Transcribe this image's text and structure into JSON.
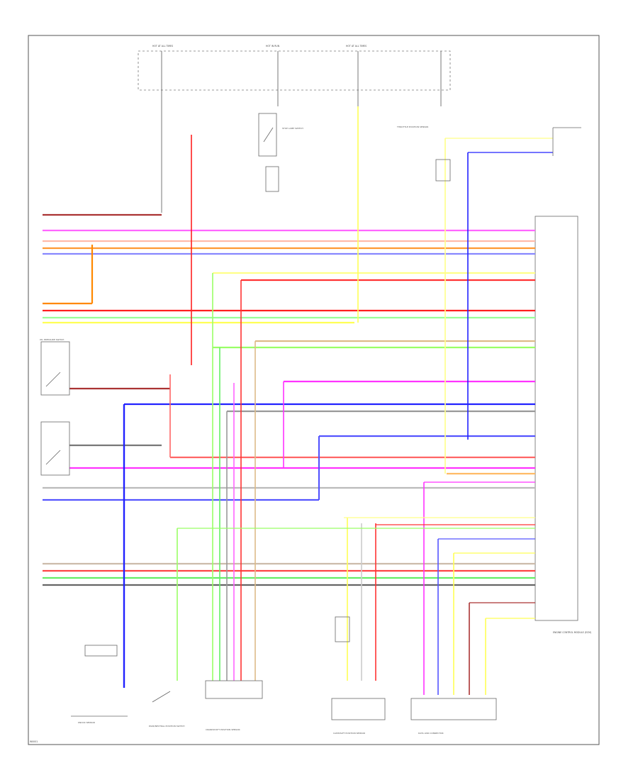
{
  "colors": {
    "red": "#ff2020",
    "pink": "#ff66ff",
    "magenta": "#ff33ff",
    "orange": "#ff8800",
    "blue": "#2222ff",
    "green": "#66ee66",
    "light_green": "#99ff66",
    "yellow": "#ffff55",
    "dark_red": "#aa3333",
    "black": "#333333",
    "gray": "#aaaaaa",
    "tan": "#ddbb88"
  },
  "page_code": "W0001",
  "ecm_label": "ENGINE CONTROL MODULE (ECM)",
  "fuse_labels": [
    "HOT AT ALL TIMES",
    "HOT IN RUN",
    "HOT AT ALL TIMES"
  ],
  "components": {
    "oil_pressure_switch": "OIL PRESSURE SWITCH",
    "stop_lamp_switch": "STOP LAMP SWITCH",
    "throttle_sensor": "THROTTLE POSITION SENSOR",
    "park_neutral": "PARK/NEUTRAL POSITION SWITCH",
    "crank_sensor": "CRANKSHAFT POSITION SENSOR",
    "cam_sensor": "CAMSHAFT POSITION SENSOR",
    "knock_sensor": "KNOCK SENSOR",
    "data_link": "DATA LINK CONNECTOR"
  }
}
